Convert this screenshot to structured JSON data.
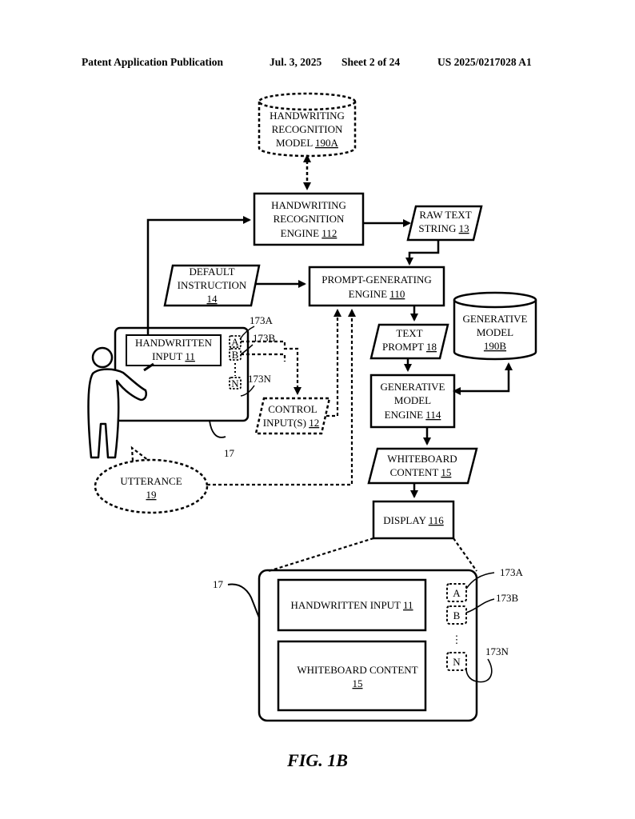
{
  "header": {
    "publication": "Patent Application Publication",
    "date": "Jul. 3, 2025",
    "sheet": "Sheet 2 of 24",
    "number": "US 2025/0217028 A1"
  },
  "figure_caption": "FIG. 1B",
  "blocks": {
    "hw_model": {
      "l1": "HANDWRITING",
      "l2": "RECOGNITION",
      "l3": "MODEL ",
      "ref": "190A"
    },
    "hw_engine": {
      "l1": "HANDWRITING",
      "l2": "RECOGNITION",
      "l3": "ENGINE ",
      "ref": "112"
    },
    "raw_text": {
      "l1": "RAW TEXT",
      "l2": "STRING ",
      "ref": "13"
    },
    "default_instr": {
      "l1": "DEFAULT",
      "l2": "INSTRUCTION",
      "ref": "14"
    },
    "prompt_engine": {
      "l1": "PROMPT-GENERATING",
      "l2": "ENGINE ",
      "ref": "110"
    },
    "gen_model": {
      "l1": "GENERATIVE",
      "l2": "MODEL",
      "ref": "190B"
    },
    "text_prompt": {
      "l1": "TEXT",
      "l2": "PROMPT ",
      "ref": "18"
    },
    "gen_engine": {
      "l1": "GENERATIVE",
      "l2": "MODEL",
      "l3": "ENGINE ",
      "ref": "114"
    },
    "wb_content": {
      "l1": "WHITEBOARD",
      "l2": "CONTENT ",
      "ref": "15"
    },
    "display": {
      "l1": "DISPLAY ",
      "ref": "116"
    },
    "control": {
      "l1": "CONTROL",
      "l2": "INPUT(S) ",
      "ref": "12"
    },
    "utterance": {
      "l1": "UTTERANCE",
      "ref": "19"
    },
    "hw_input_small": {
      "l1": "HANDWRITTEN",
      "l2": "INPUT ",
      "ref": "11"
    },
    "hw_input_large": {
      "l1": "HANDWRITTEN INPUT ",
      "ref": "11"
    },
    "wb_content_large": {
      "l1": "WHITEBOARD CONTENT",
      "ref": "15"
    }
  },
  "refs": {
    "r173a": "173A",
    "r173b": "173B",
    "r173n": "173N",
    "r17": "17",
    "btn_a": "A",
    "btn_b": "B",
    "btn_n": "N",
    "dots": "⋮"
  }
}
